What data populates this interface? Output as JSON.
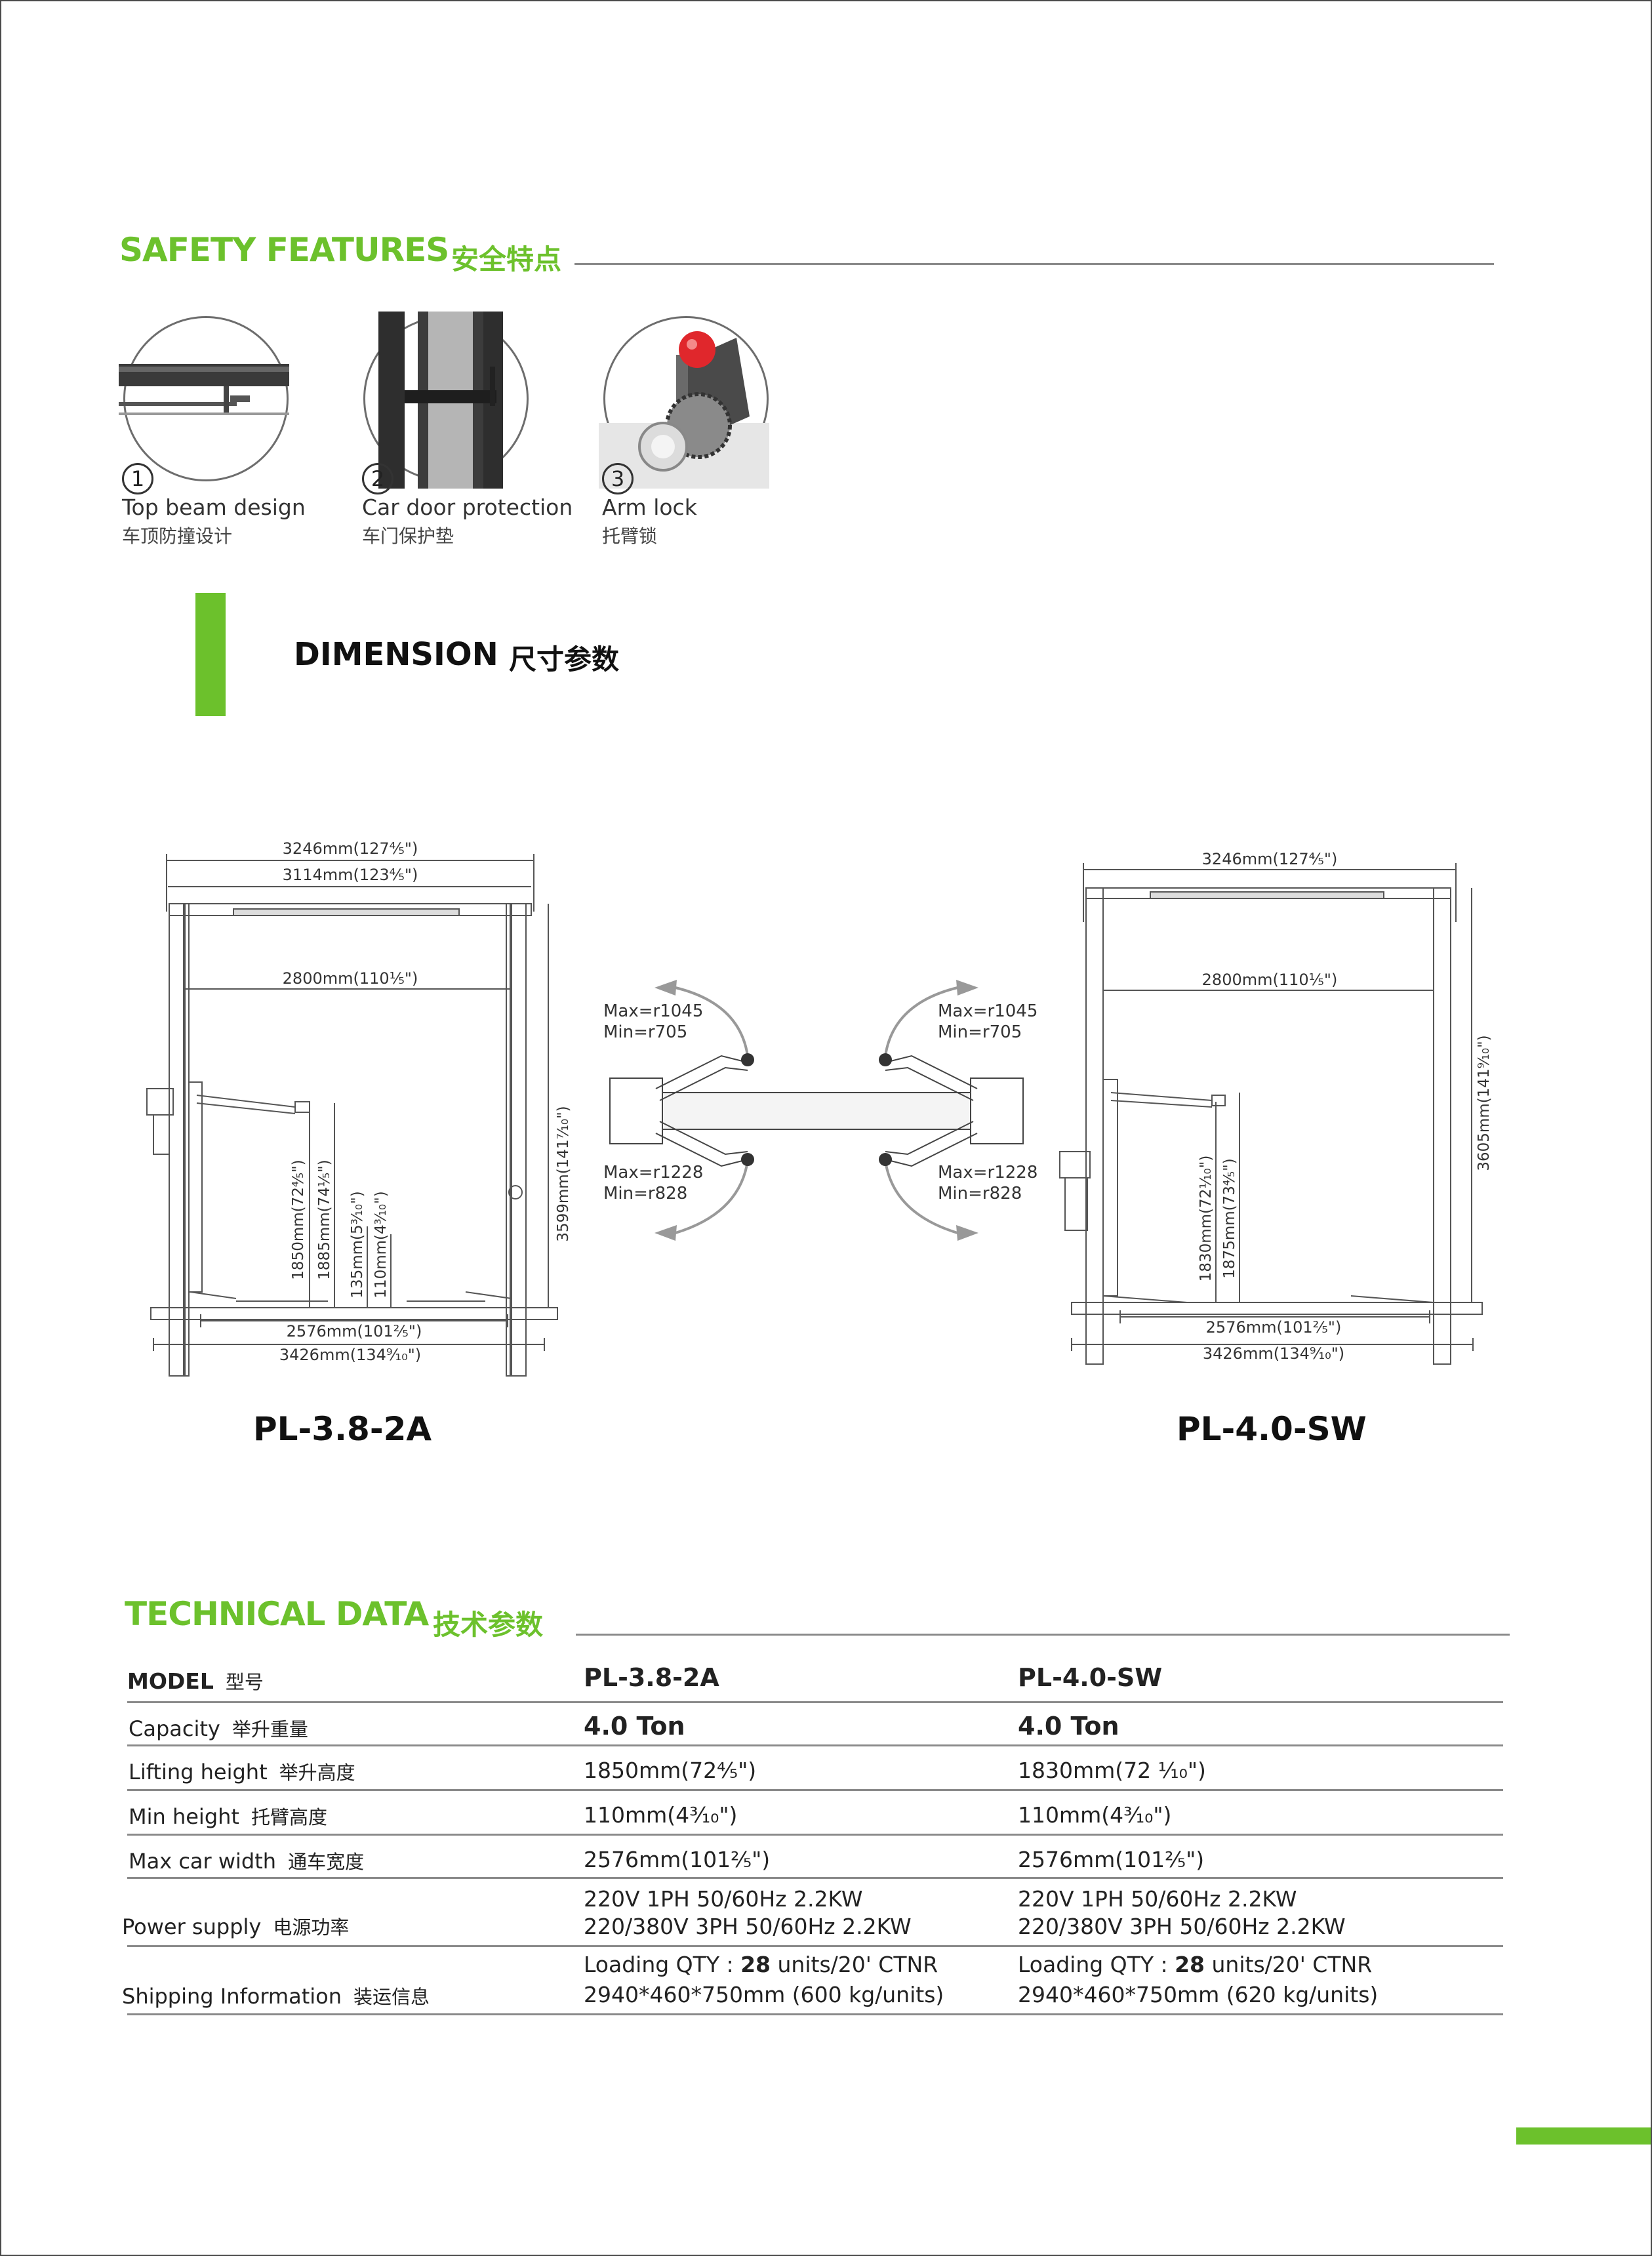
{
  "colors": {
    "accent": "#6cc12c",
    "line": "#8a8a8a",
    "text": "#222222",
    "knob": "#e0272c"
  },
  "safety": {
    "title": "SAFETY FEATURES",
    "title_cn": "安全特点",
    "features": [
      {
        "num": "1",
        "en": "Top beam design",
        "cn": "车顶防撞设计",
        "icon": "top-beam-icon"
      },
      {
        "num": "2",
        "en": "Car door protection",
        "cn": "车门保护垫",
        "icon": "door-pad-icon"
      },
      {
        "num": "3",
        "en": "Arm lock",
        "cn": "托臂锁",
        "icon": "arm-lock-icon"
      }
    ]
  },
  "dimension": {
    "title": "DIMENSION",
    "title_cn": "尺寸参数"
  },
  "drawing_a": {
    "model": "PL-3.8-2A",
    "overall_width": "3246mm(127⁴⁄₅\")",
    "beam_width": "3114mm(123⁴⁄₅\")",
    "inner_width": "2800mm(110¹⁄₅\")",
    "height": "3599mm(141⁷⁄₁₀\")",
    "lift_height": "1850mm(72⁴⁄₅\")",
    "lift_height2": "1885mm(74¹⁄₅\")",
    "pad_height": "135mm(5³⁄₁₀\")",
    "min_height": "110mm(4³⁄₁₀\")",
    "drive_width": "2576mm(101²⁄₅\")",
    "base_width": "3426mm(134⁹⁄₁₀\")"
  },
  "drawing_top": {
    "left_max_short": "Max=r1045",
    "left_min_short": "Min=r705",
    "left_max_long": "Max=r1228",
    "left_min_long": "Min=r828",
    "right_max_short": "Max=r1045",
    "right_min_short": "Min=r705",
    "right_max_long": "Max=r1228",
    "right_min_long": "Min=r828"
  },
  "drawing_b": {
    "model": "PL-4.0-SW",
    "overall_width": "3246mm(127⁴⁄₅\")",
    "inner_width": "2800mm(110¹⁄₅\")",
    "height": "3605mm(141⁹⁄₁₀\")",
    "lift_height": "1830mm(72¹⁄₁₀\")",
    "lift_height2": "1875mm(73⁴⁄₅\")",
    "drive_width": "2576mm(101²⁄₅\")",
    "base_width": "3426mm(134⁹⁄₁₀\")"
  },
  "technical": {
    "title": "TECHNICAL DATA",
    "title_cn": "技术参数",
    "header": {
      "label_en": "MODEL",
      "label_cn": "型号",
      "col1": "PL-3.8-2A",
      "col2": "PL-4.0-SW"
    },
    "rows": [
      {
        "label_en": "Capacity",
        "label_cn": "举升重量",
        "col1": "4.0 Ton",
        "col2": "4.0 Ton"
      },
      {
        "label_en": "Lifting height",
        "label_cn": "举升高度",
        "col1": "1850mm(72⁴⁄₅\")",
        "col2": "1830mm(72 ¹⁄₁₀\")"
      },
      {
        "label_en": "Min height",
        "label_cn": "托臂高度",
        "col1": "110mm(4³⁄₁₀\")",
        "col2": "110mm(4³⁄₁₀\")"
      },
      {
        "label_en": "Max car width",
        "label_cn": "通车宽度",
        "col1": "2576mm(101²⁄₅\")",
        "col2": "2576mm(101²⁄₅\")"
      },
      {
        "label_en": "Power supply",
        "label_cn": "电源功率",
        "col1_l1": "220V 1PH 50/60Hz 2.2KW",
        "col1_l2": "220/380V 3PH 50/60Hz 2.2KW",
        "col2_l1": "220V 1PH 50/60Hz 2.2KW",
        "col2_l2": "220/380V 3PH 50/60Hz 2.2KW"
      },
      {
        "label_en": "Shipping Information",
        "label_cn": "装运信息",
        "qty_prefix": "Loading QTY : ",
        "qty": "28",
        "qty_suffix": " units/20' CTNR",
        "col1_l2": "2940*460*750mm (600 kg/units)",
        "col2_l2": "2940*460*750mm (620 kg/units)"
      }
    ]
  }
}
